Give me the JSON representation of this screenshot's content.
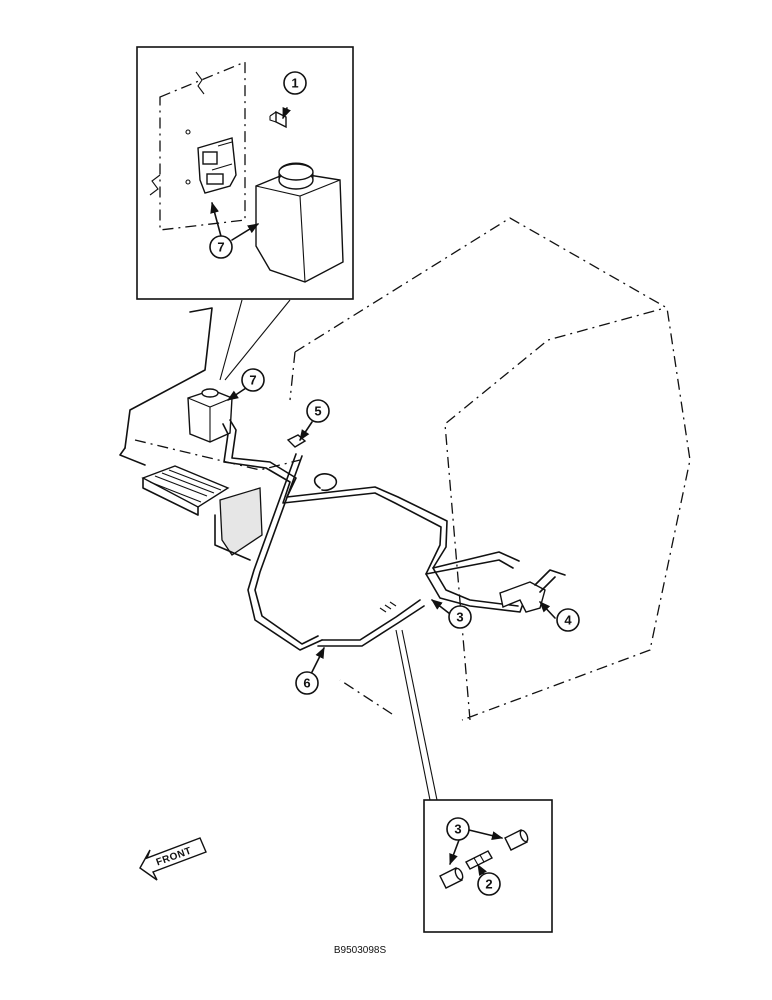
{
  "callouts": {
    "c1": "1",
    "c2": "2",
    "c3a": "3",
    "c3b": "3",
    "c4": "4",
    "c5": "5",
    "c6": "6",
    "c7a": "7",
    "c7b": "7"
  },
  "front_label": "FRONT",
  "reference_code": "B9503098S"
}
